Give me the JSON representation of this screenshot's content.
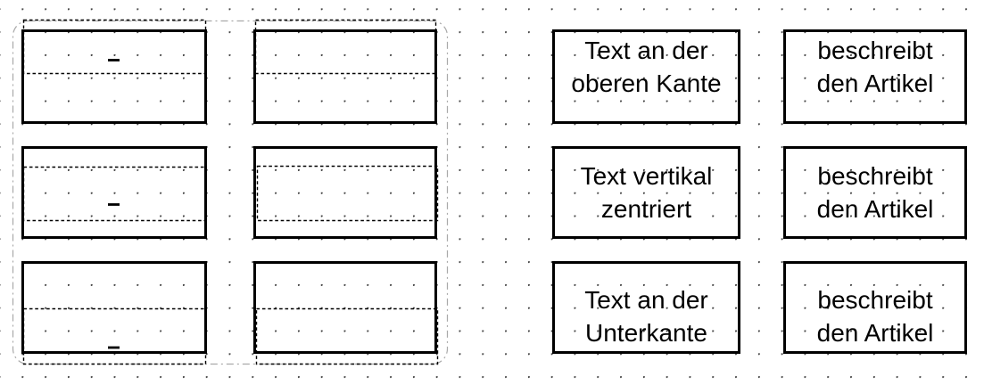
{
  "colors": {
    "shape_stroke": "#000000",
    "label_text": "#000000",
    "selection_outline": "#a9a9a9",
    "grid_dot": "#404040",
    "canvas_background": "#ffffff"
  },
  "right_boxes": [
    {
      "id": "top-left",
      "valign": "top",
      "line1": "Text an der",
      "line2": "oberen Kante"
    },
    {
      "id": "top-right",
      "valign": "top",
      "line1": "beschreibt",
      "line2": "den Artikel"
    },
    {
      "id": "middle-left",
      "valign": "middle",
      "line1": "Text vertikal",
      "line2": "zentriert"
    },
    {
      "id": "middle-right",
      "valign": "middle",
      "line1": "beschreibt",
      "line2": "den Artikel"
    },
    {
      "id": "bottom-left",
      "valign": "bottom",
      "line1": "Text an der",
      "line2": "Unterkante"
    },
    {
      "id": "bottom-right",
      "valign": "bottom",
      "line1": "beschreibt",
      "line2": "den Artikel"
    }
  ]
}
